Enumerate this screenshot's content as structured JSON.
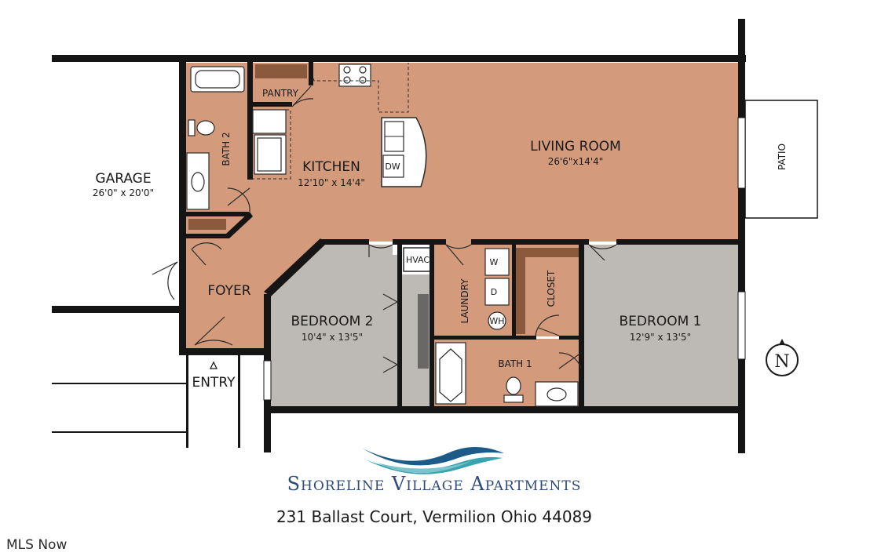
{
  "plan": {
    "rooms": {
      "garage": {
        "name": "GARAGE",
        "dims": "26'0\" x 20'0\""
      },
      "living_room": {
        "name": "LIVING ROOM",
        "dims": "26'6\"x14'4\""
      },
      "kitchen": {
        "name": "KITCHEN",
        "dims": "12'10\" x 14'4\""
      },
      "pantry": {
        "name": "PANTRY"
      },
      "bath2": {
        "name": "BATH 2"
      },
      "foyer": {
        "name": "FOYER"
      },
      "bedroom2": {
        "name": "BEDROOM 2",
        "dims": "10'4\" x 13'5\""
      },
      "bedroom1": {
        "name": "BEDROOM 1",
        "dims": "12'9\" x 13'5\""
      },
      "bath1": {
        "name": "BATH 1"
      },
      "laundry": {
        "name": "LAUNDRY"
      },
      "closet": {
        "name": "CLOSET"
      },
      "patio": {
        "name": "PATIO"
      }
    },
    "fixtures": {
      "hvac": "HVAC",
      "dishwasher": "DW",
      "washer": "W",
      "dryer": "D",
      "water_heater": "WH"
    },
    "entry_label": "ENTRY",
    "compass_letter": "N"
  },
  "brand": {
    "name": "Shoreline Village Apartments",
    "address": "231 Ballast Court, Vermilion Ohio 44089"
  },
  "watermark": "MLS Now",
  "colors": {
    "living_area": "#d39b7c",
    "bedroom": "#bdbab6",
    "wall": "#151515",
    "wave_dark": "#1c5b88",
    "wave_teal": "#3aa3b0",
    "brand_text": "#2e4a7a"
  }
}
